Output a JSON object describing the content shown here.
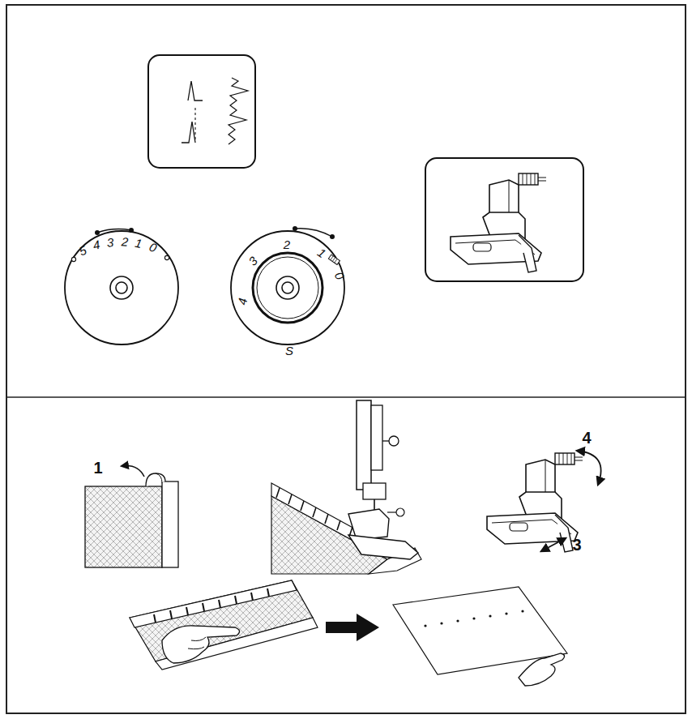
{
  "diagram": {
    "labels": [
      "5",
      "4",
      "3",
      "2",
      "1",
      "0",
      "4",
      "3",
      "2",
      "1",
      "0",
      "S",
      "1",
      "4",
      "3"
    ]
  }
}
